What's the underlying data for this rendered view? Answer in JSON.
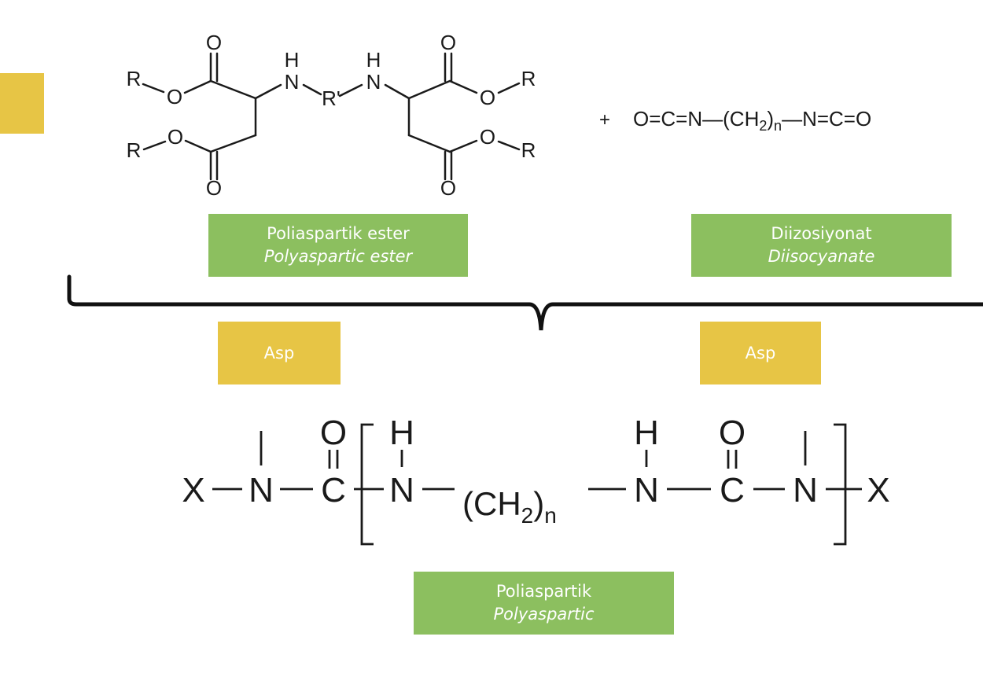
{
  "colors": {
    "label_box": "#8cbf5f",
    "asp_box": "#e7c545",
    "ink": "#1a1a1a"
  },
  "reactant_labels": {
    "ester": {
      "tr": "Poliaspartik ester",
      "en": "Polyaspartic ester"
    },
    "isocyanate": {
      "tr": "Diizosiyonat",
      "en": "Diisocyanate"
    }
  },
  "asp_labels": [
    "Asp",
    "Asp"
  ],
  "product_label": {
    "tr": "Poliaspartik",
    "en": "Polyaspartic"
  },
  "plus_sign": "+",
  "ester_structure": {
    "R": "R",
    "O": "O",
    "H": "H",
    "N": "N",
    "R_prime": "R'"
  },
  "diisocyanate_formula": {
    "left": "O=C=N—(CH",
    "sub2": "2",
    "close": ")",
    "subn": "n",
    "right": "—N=C=O"
  },
  "product_structure": {
    "X": "X",
    "N": "N",
    "C": "C",
    "O": "O",
    "H": "H",
    "chain_open": "(CH",
    "sub2": "2",
    "close": ")",
    "subn": "n"
  }
}
